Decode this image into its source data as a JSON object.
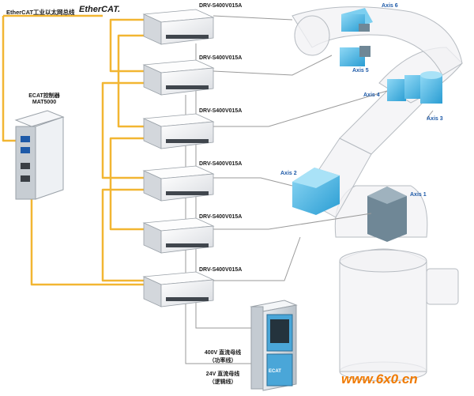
{
  "labels": {
    "ethercat_bus": "EtherCAT工业以太网总线",
    "ethercat_logo": "EtherCAT.",
    "controller_name": "ECAT控制器",
    "controller_model": "MAT5000",
    "drive_model": "DRV-S400V015A",
    "power_dc_title": "400V 直流母线",
    "power_dc_sub": "（功率线）",
    "logic_title": "24V 直流母线",
    "logic_sub": "（逻辑线）",
    "watermark": "www.6x0.cn",
    "device_brand": "ECAT"
  },
  "axes": [
    "Axis 6",
    "Axis 5",
    "Axis 4",
    "Axis 3",
    "Axis 2",
    "Axis 1"
  ],
  "colors": {
    "bus_cable": "#f2b632",
    "power_line": "#9a9a9a",
    "axis_motor": "#46b6e6",
    "axis_label": "#1e5aa8",
    "watermark": "#f07a00"
  },
  "icons": [
    "ethercat-logo-icon",
    "controller-unit-icon",
    "servo-drive-icon",
    "power-cabinet-icon",
    "robot-arm-icon",
    "axis-motor-icon"
  ]
}
